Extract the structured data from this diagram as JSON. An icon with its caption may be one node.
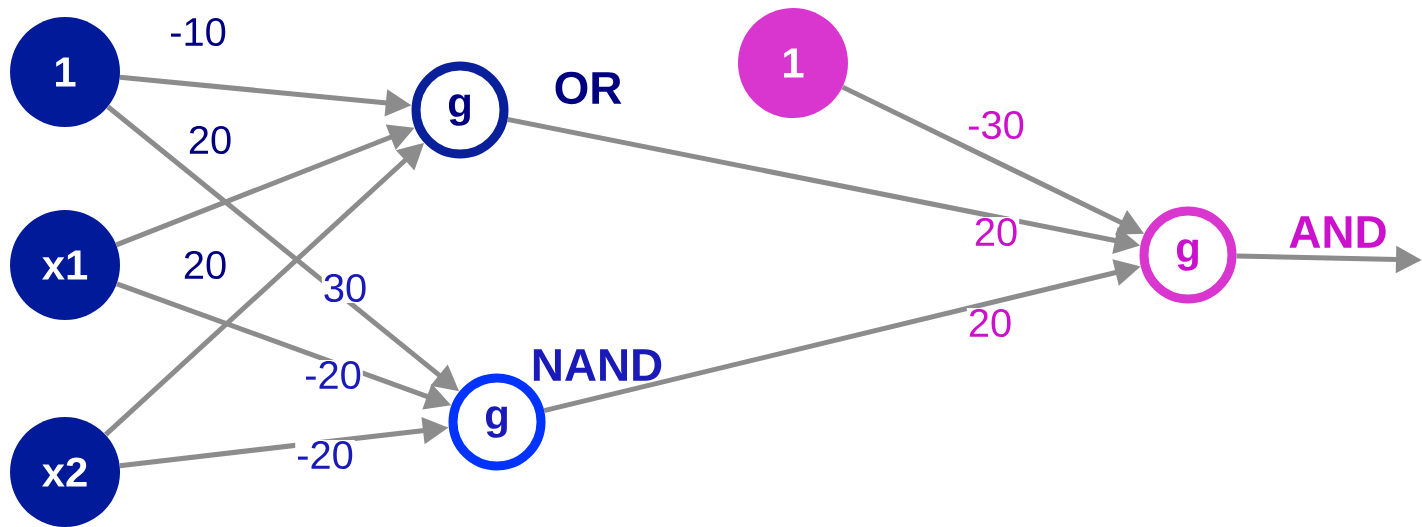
{
  "diagram": {
    "nodes": [
      {
        "text": [
          "1"
        ]
      },
      {
        "text": [
          "x1"
        ]
      },
      {
        "text": [
          "x2"
        ]
      },
      {
        "text": [
          "g"
        ],
        "beside": [
          "OR"
        ]
      },
      {
        "text": [
          "g"
        ],
        "beside": [
          "NAND"
        ]
      },
      {
        "text": [
          "1"
        ]
      },
      {
        "text": [
          "g"
        ],
        "beside": [
          "AND"
        ]
      }
    ],
    "edges": [
      {
        "from": 0,
        "to": 3,
        "arrow": "to",
        "label": "-10"
      },
      {
        "from": 1,
        "to": 3,
        "arrow": "to",
        "label": "20"
      },
      {
        "from": 2,
        "to": 3,
        "arrow": "to",
        "label": "20"
      },
      {
        "from": 0,
        "to": 4,
        "arrow": "to",
        "label": "30"
      },
      {
        "from": 1,
        "to": 4,
        "arrow": "to",
        "label": "-20"
      },
      {
        "from": 2,
        "to": 4,
        "arrow": "to",
        "label": "-20"
      },
      {
        "from": 5,
        "to": 6,
        "arrow": "to",
        "label": "-30"
      },
      {
        "from": 3,
        "to": 6,
        "arrow": "to",
        "label": "20"
      },
      {
        "from": 4,
        "to": 6,
        "arrow": "to",
        "label": "20"
      },
      {
        "from": 6,
        "to": null,
        "arrow": "to"
      }
    ]
  }
}
